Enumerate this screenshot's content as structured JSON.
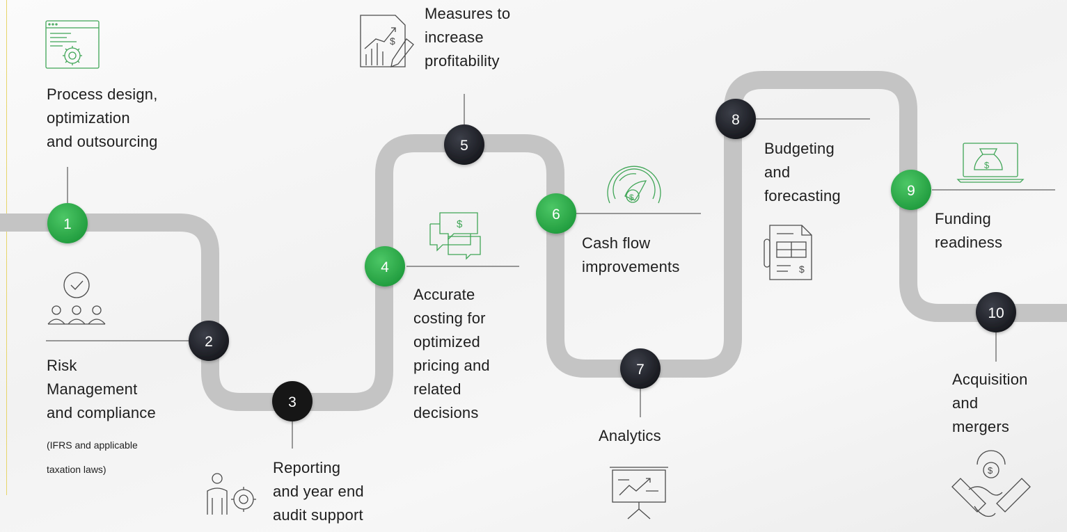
{
  "colors": {
    "path": "#c4c4c4",
    "green_node": "#2fa84a",
    "dark_node": "#23252d",
    "icon_green": "#3fa556",
    "icon_gray": "#555555",
    "accent_line": "#e7d56a"
  },
  "steps": [
    {
      "number": "1",
      "label": "Process design,\noptimization\nand outsourcing",
      "icon": "process-gear-icon",
      "style": "green"
    },
    {
      "number": "2",
      "label": "Risk\nManagement\nand compliance",
      "note": "(IFRS and applicable\ntaxation laws)",
      "icon": "team-check-icon",
      "style": "dark"
    },
    {
      "number": "3",
      "label": "Reporting\nand year end\naudit support",
      "icon": "person-gear-icon",
      "style": "dark"
    },
    {
      "number": "4",
      "label": "Accurate\ncosting for\noptimized\npricing and\nrelated\ndecisions",
      "icon": "chat-dollar-icon",
      "style": "green"
    },
    {
      "number": "5",
      "label": "Measures to\nincrease\nprofitability",
      "icon": "chart-document-icon",
      "style": "dark"
    },
    {
      "number": "6",
      "label": "Cash flow\nimprovements",
      "icon": "gauge-dollar-icon",
      "style": "green"
    },
    {
      "number": "7",
      "label": "Analytics",
      "icon": "presentation-board-icon",
      "style": "dark"
    },
    {
      "number": "8",
      "label": "Budgeting\nand\nforecasting",
      "icon": "invoice-icon",
      "style": "dark"
    },
    {
      "number": "9",
      "label": "Funding\nreadiness",
      "icon": "laptop-moneybag-icon",
      "style": "green"
    },
    {
      "number": "10",
      "label": "Acquisition\nand\nmergers",
      "icon": "handshake-dollar-icon",
      "style": "dark"
    }
  ]
}
